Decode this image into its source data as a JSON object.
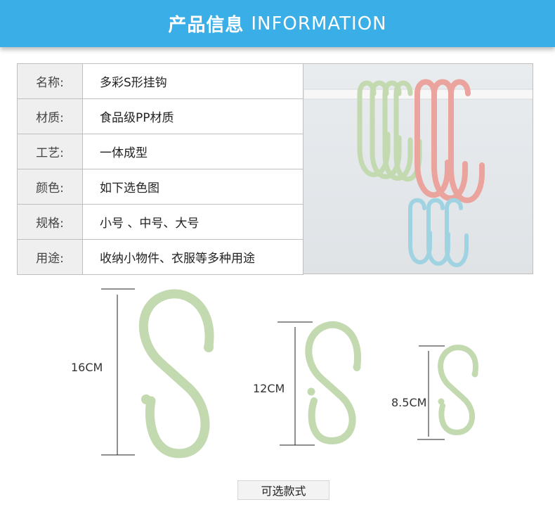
{
  "header": {
    "title_cn": "产品信息",
    "title_en": "INFORMATION",
    "color": "#3aaee6"
  },
  "specs": [
    {
      "key": "名称:",
      "value": "多彩S形挂钩"
    },
    {
      "key": "材质:",
      "value": "食品级PP材质"
    },
    {
      "key": "工艺:",
      "value": "一体成型"
    },
    {
      "key": "颜色:",
      "value": "如下选色图"
    },
    {
      "key": "规格:",
      "value": "小号 、中号、大号"
    },
    {
      "key": "用途:",
      "value": "收纳小物件、衣服等多种用途"
    }
  ],
  "hook_colors": {
    "green": "#c3d9b0",
    "pink": "#eba39d",
    "blue": "#9fd3e2"
  },
  "sizes": [
    {
      "label": "16CM"
    },
    {
      "label": "12CM"
    },
    {
      "label": "8.5CM"
    }
  ],
  "caption": "可选款式"
}
